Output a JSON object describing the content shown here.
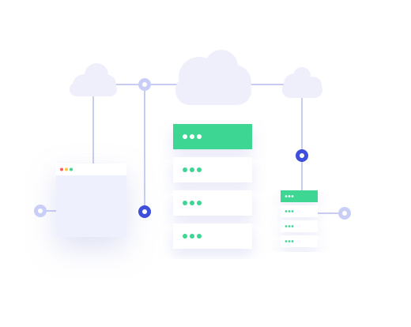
{
  "theme": {
    "background": "#ffffff",
    "cloud_fill": "#eeeffb",
    "connector_line": "#c8cdf0",
    "node_light_fill": "#c8cef6",
    "node_dark_fill": "#3e4fdc",
    "node_center": "#ffffff",
    "accent_green": "#3ed693",
    "dot_white": "#ffffff",
    "card_white": "#ffffff",
    "browser_body": "#eff0fd",
    "traffic_red": "#ff5b5b",
    "traffic_yellow": "#ffc53a",
    "traffic_green": "#3ed693"
  },
  "icons": {
    "cloud": "cloud-icon",
    "node": "connection-node-icon",
    "menu_dots": "three-dots-icon"
  },
  "clouds": [
    "left",
    "center",
    "right"
  ],
  "connection_nodes": [
    {
      "id": "top-left",
      "style": "light"
    },
    {
      "id": "left-mid",
      "style": "dark"
    },
    {
      "id": "far-left",
      "style": "light"
    },
    {
      "id": "right-mid",
      "style": "dark"
    },
    {
      "id": "far-right",
      "style": "light"
    }
  ],
  "browser_window": {
    "traffic_lights": [
      "red",
      "yellow",
      "green"
    ]
  },
  "server_stack_main": {
    "rows": [
      {
        "active": true
      },
      {
        "active": false
      },
      {
        "active": false
      },
      {
        "active": false
      }
    ]
  },
  "server_stack_small": {
    "rows": [
      {
        "active": true
      },
      {
        "active": false
      },
      {
        "active": false
      },
      {
        "active": false
      }
    ]
  }
}
